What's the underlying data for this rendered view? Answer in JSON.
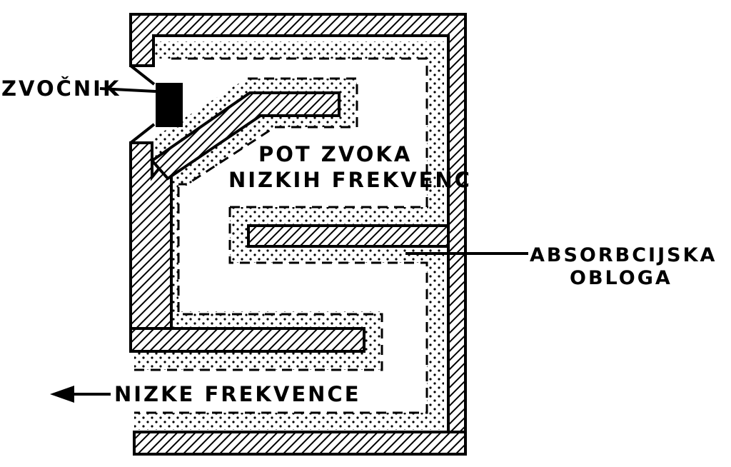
{
  "labels": {
    "speaker": "ZVOČNIK",
    "path_line1": "POT ZVOKA",
    "path_line2": "NIZKIH FREKVENC",
    "lining_line1": "ABSORBCIJSKA",
    "lining_line2": "OBLOGA",
    "output": "NIZKE FREKVENCE"
  },
  "colors": {
    "ink": "#000000",
    "paper": "#ffffff"
  }
}
